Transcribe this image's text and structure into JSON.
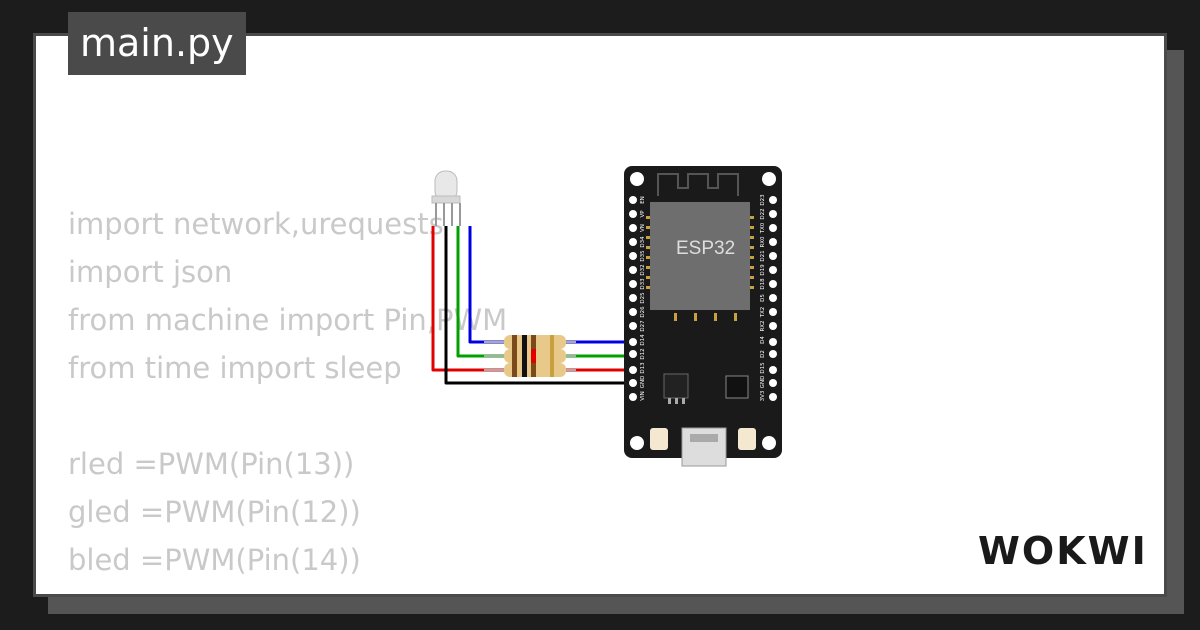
{
  "tab": {
    "filename": "main.py"
  },
  "code_lines": [
    "import network,urequests",
    "import json",
    "from machine import Pin,PWM",
    "from time import sleep",
    "",
    "rled =PWM(Pin(13))",
    "gled =PWM(Pin(12))",
    "bled =PWM(Pin(14))"
  ],
  "board": {
    "chip_label": "ESP32",
    "left_pins": [
      "EN",
      "VP",
      "VN",
      "D34",
      "D35",
      "D32",
      "D33",
      "D25",
      "D26",
      "D27",
      "D14",
      "D12",
      "D13",
      "GND",
      "VIN"
    ],
    "right_pins": [
      "D23",
      "D22",
      "TX0",
      "RX0",
      "D21",
      "D19",
      "D18",
      "D5",
      "TX2",
      "RX2",
      "D4",
      "D2",
      "D15",
      "GND",
      "3V3"
    ]
  },
  "brand": {
    "name": "WOKWI"
  },
  "colors": {
    "wire_red": "#e00000",
    "wire_green": "#00a000",
    "wire_blue": "#0000e0",
    "wire_black": "#000000",
    "board": "#1a1a1a",
    "chip": "#6e6e6e",
    "code_text": "#c9c9c9"
  }
}
